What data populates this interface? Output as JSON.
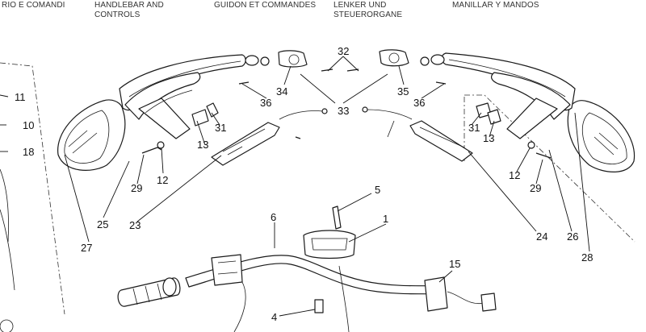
{
  "header": {
    "titles": [
      {
        "line1": "RIO E COMANDI",
        "line2": ""
      },
      {
        "line1": "HANDLEBAR AND",
        "line2": "CONTROLS"
      },
      {
        "line1": "GUIDON ET COMMANDES",
        "line2": ""
      },
      {
        "line1": "LENKER UND",
        "line2": "STEUERORGANE"
      },
      {
        "line1": "MANILLAR Y MANDOS",
        "line2": ""
      }
    ]
  },
  "callouts": [
    "11",
    "10",
    "18",
    "32",
    "34",
    "35",
    "36",
    "36",
    "33",
    "31",
    "31",
    "13",
    "13",
    "12",
    "12",
    "29",
    "29",
    "25",
    "26",
    "23",
    "24",
    "27",
    "28",
    "5",
    "1",
    "6",
    "15",
    "4"
  ]
}
